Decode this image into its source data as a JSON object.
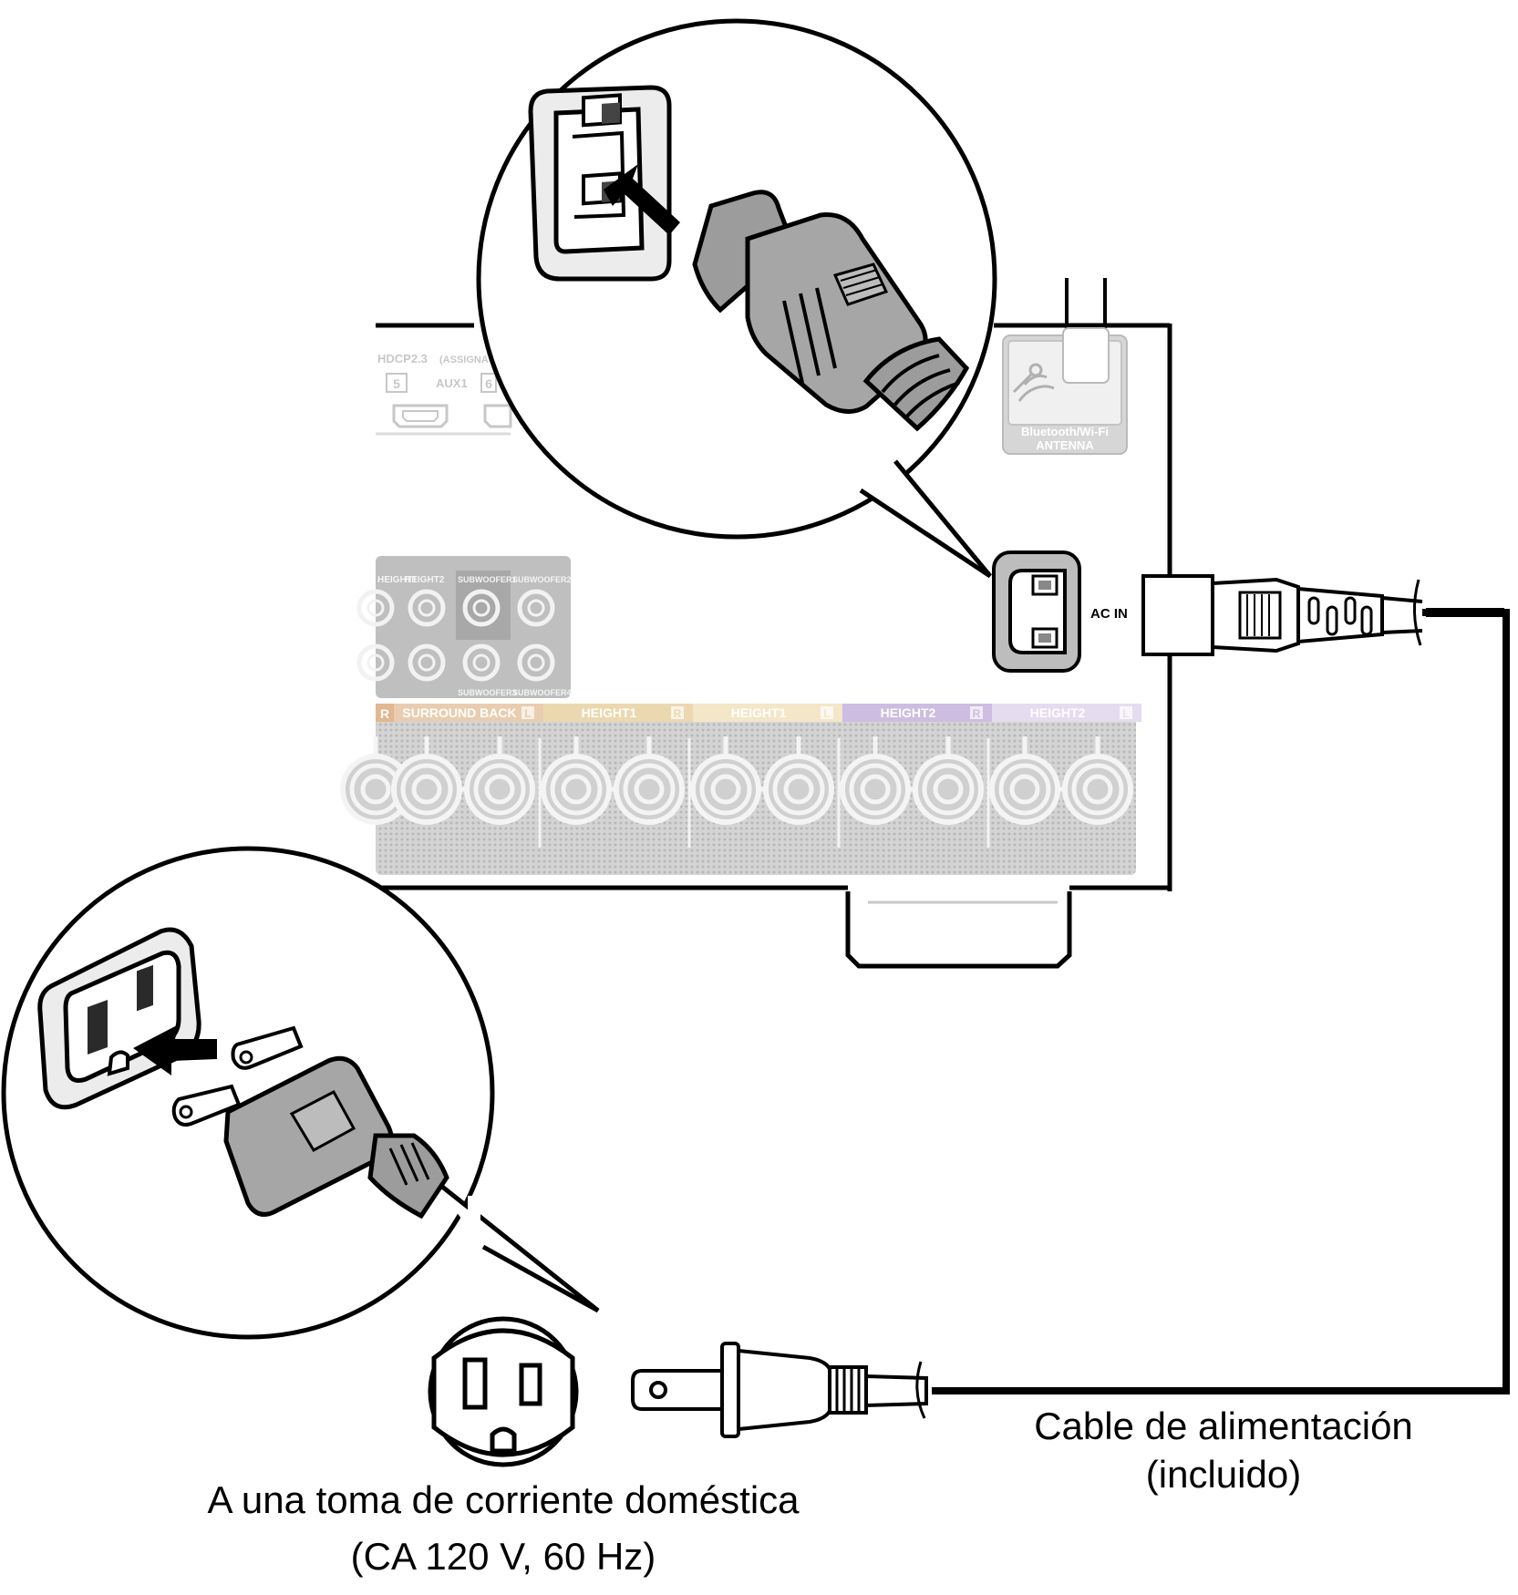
{
  "receiver": {
    "hdcp_label": "HDCP2.3",
    "assign_label": "(ASSIGNA",
    "hdmi_in_number": "5",
    "aux_label": "AUX1",
    "aux_number": "6",
    "antenna_label_line1": "Bluetooth/Wi-Fi",
    "antenna_label_line2": "ANTENNA",
    "ac_in_label": "AC IN",
    "pre_out_labels": [
      "HEIGHT1",
      "HEIGHT2",
      "SUBWOOFER1",
      "SUBWOOFER2"
    ],
    "pre_out_bottom_labels": [
      "SUBWOOFER3",
      "SUBWOOFER4"
    ],
    "speaker_channel_labels": [
      {
        "text": "SURROUND BACK",
        "badge": "L",
        "color": "#e9cdb0"
      },
      {
        "text": "HEIGHT1",
        "badge": "R",
        "color": "#ecd8b0"
      },
      {
        "text": "HEIGHT1",
        "badge": "L",
        "color": "#f3e7c8"
      },
      {
        "text": "HEIGHT2",
        "badge": "R",
        "color": "#cdbde0"
      },
      {
        "text": "HEIGHT2",
        "badge": "L",
        "color": "#e6dcef"
      }
    ],
    "left_cut_badge": "R"
  },
  "captions": {
    "cable_line1": "Cable de alimentación",
    "cable_line2": "(incluido)",
    "outlet_line1": "A una toma de corriente doméstica",
    "outlet_line2": "(CA 120 V, 60 Hz)"
  },
  "icons": [
    "iec-inlet-icon",
    "iec-plug-icon",
    "wall-outlet-icon",
    "two-prong-plug-icon",
    "push-arrow-icon",
    "antenna-icon"
  ]
}
